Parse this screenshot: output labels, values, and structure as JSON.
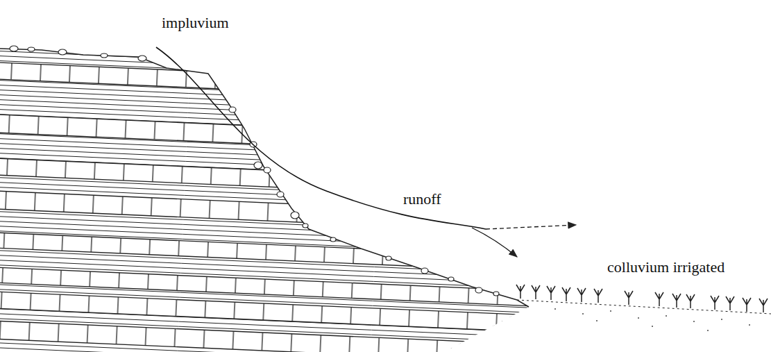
{
  "diagram": {
    "labels": [
      "impluvium",
      "runoff",
      "colluvium irrigated"
    ]
  }
}
